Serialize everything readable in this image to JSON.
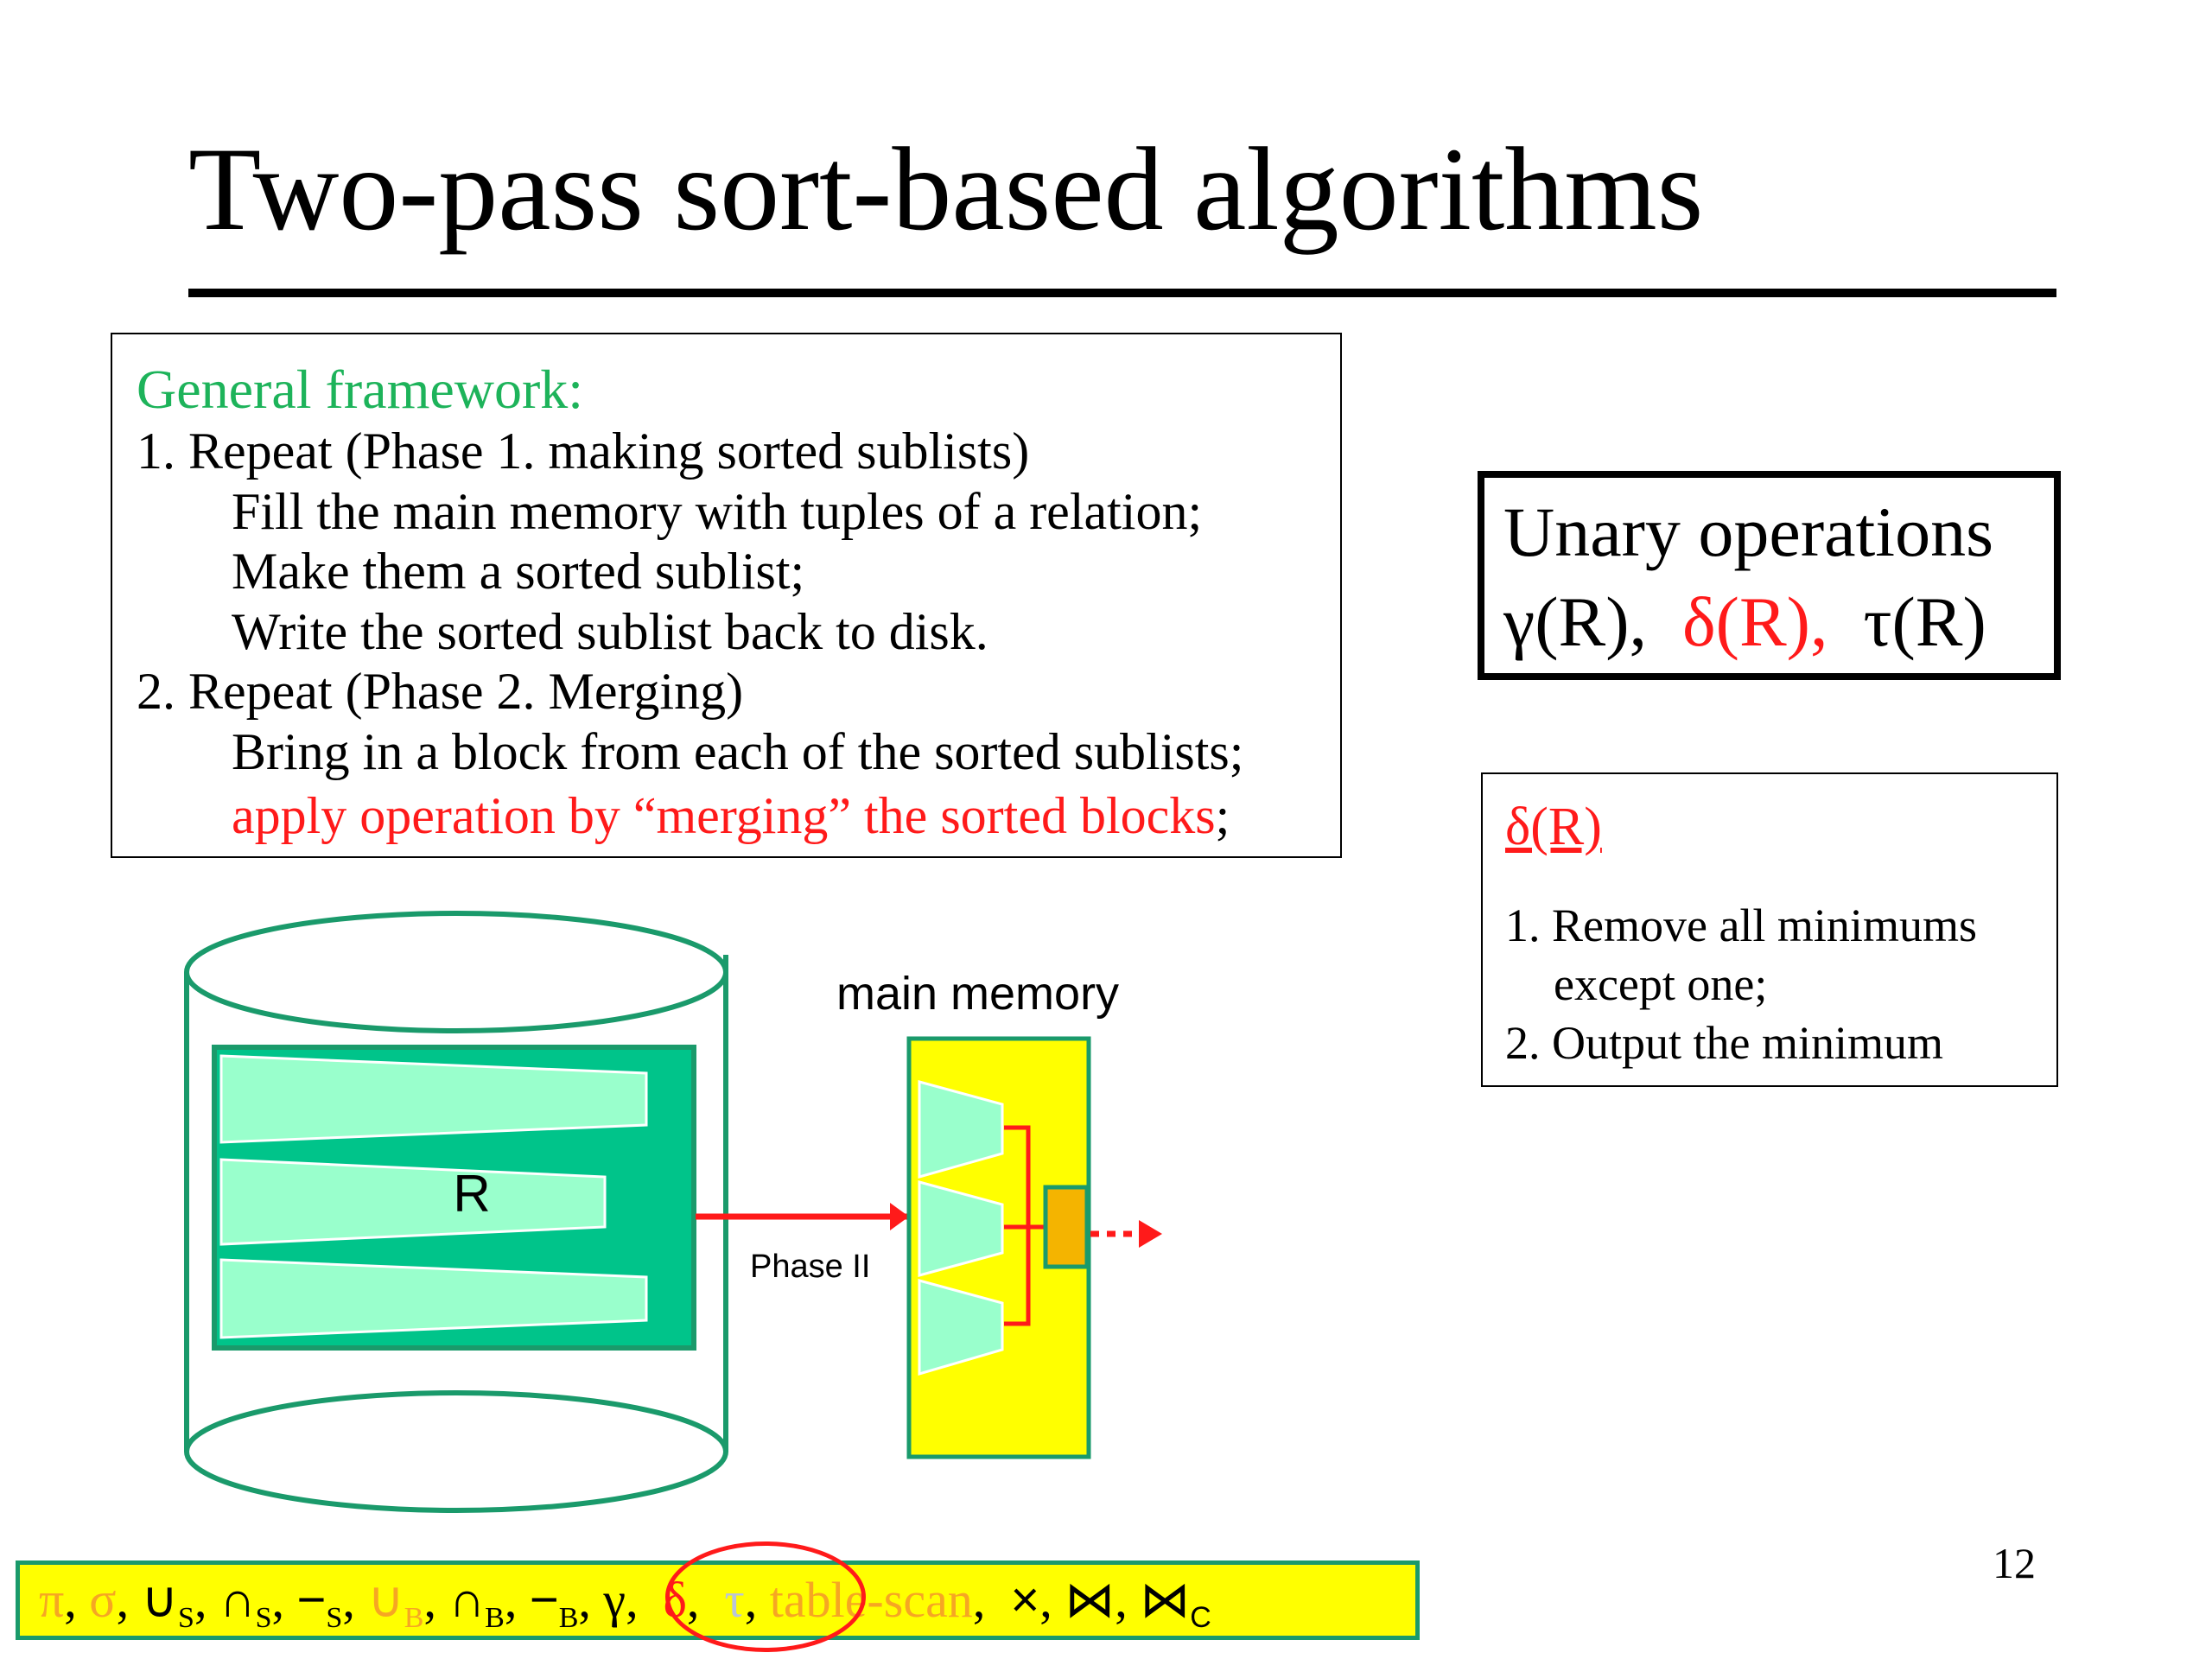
{
  "slide": {
    "title": "Two-pass sort-based algorithms",
    "page_number": "12"
  },
  "framework": {
    "heading": "General framework:",
    "step1": "1. Repeat (Phase 1. making sorted sublists)",
    "step1_a": "Fill the main memory with tuples of a relation;",
    "step1_b": "Make them a sorted sublist;",
    "step1_c": "Write the sorted sublist back to disk.",
    "step2": "2. Repeat (Phase 2. Merging)",
    "step2_a": "Bring in a block from each of the sorted sublists;",
    "step2_b_highlight": "apply operation by “merging” the sorted blocks",
    "step2_b_end": ";"
  },
  "unary": {
    "heading": "Unary operations",
    "op_gamma": "γ(R),",
    "op_delta": "δ(R),",
    "op_tau": "τ(R)"
  },
  "delta_box": {
    "heading": "δ(R)",
    "line1": "1. Remove all minimums",
    "line2": "except one;",
    "line3": "2. Output the minimum"
  },
  "diagram": {
    "relation_label": "R",
    "memory_label": "main memory",
    "phase_label": "Phase II"
  },
  "operators": {
    "pi": "π",
    "sigma": "σ",
    "union_s": "∪",
    "sub_s": "S",
    "intersect": "∩",
    "minus": "−",
    "union_b": "∪",
    "sub_b": "B",
    "gamma": "γ",
    "delta": "δ",
    "tau": "τ",
    "table_scan": "table-scan",
    "cross": "×",
    "join": "⋈",
    "sub_c": "C",
    "sep": ", "
  },
  "colors": {
    "accent_green": "#1db35a",
    "highlight_red": "#ff1a1a",
    "bar_yellow": "#ffff00",
    "cylinder_green": "#1a9a6b",
    "relation_green": "#00c48a",
    "sublist_mint": "#99ffcc",
    "block_orange": "#f4b400"
  }
}
